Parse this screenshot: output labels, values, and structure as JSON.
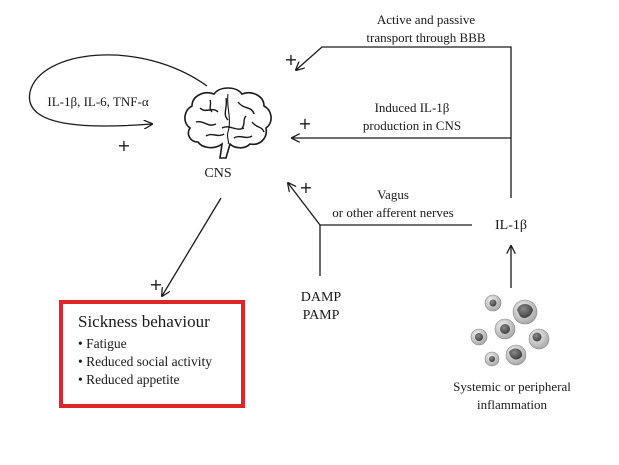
{
  "labels": {
    "cytokines": "IL-1β, IL-6, TNF-α",
    "cns": "CNS",
    "transport_line1": "Active and passive",
    "transport_line2": "transport through BBB",
    "induced_line1": "Induced IL-1β",
    "induced_line2": "production in CNS",
    "vagus_line1": "Vagus",
    "vagus_line2": "or other afferent nerves",
    "il1b": "IL-1β",
    "damp": "DAMP",
    "pamp": "PAMP",
    "inflammation_line1": "Systemic or peripheral",
    "inflammation_line2": "inflammation",
    "plus": "+"
  },
  "sickness_box": {
    "title": "Sickness behaviour",
    "items": [
      "• Fatigue",
      "• Reduced social activity",
      "• Reduced appetite"
    ],
    "border_color": "#e0242c"
  },
  "icons": {
    "cns": "brain-icon",
    "inflammation": "immune-cells-icon"
  }
}
